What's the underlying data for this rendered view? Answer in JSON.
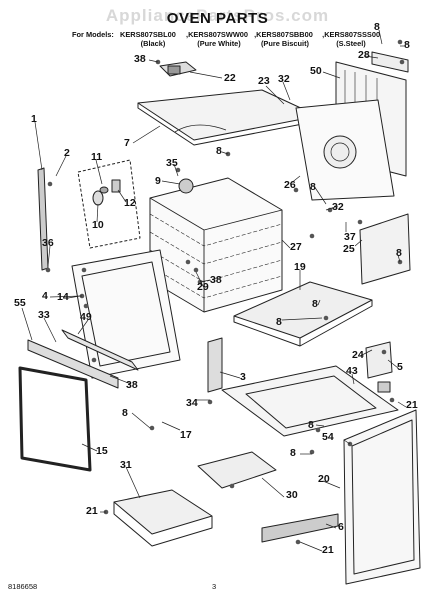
{
  "watermark": "AppliancePartsPros.com",
  "title": "OVEN PARTS",
  "models_label": "For Models:",
  "models": [
    {
      "code": "KERS807SBL00",
      "color": "(Black)"
    },
    {
      "code": "KERS807SWW00",
      "color": "(Pure White)"
    },
    {
      "code": "KERS807SBB00",
      "color": "(Pure Biscuit)"
    },
    {
      "code": "KERS807SSS00",
      "color": "(S.Steel)"
    }
  ],
  "callouts": [
    "38",
    "22",
    "7",
    "23",
    "32",
    "8",
    "28",
    "8",
    "50",
    "1",
    "2",
    "11",
    "8",
    "35",
    "9",
    "12",
    "10",
    "26",
    "8",
    "32",
    "37",
    "25",
    "8",
    "36",
    "27",
    "19",
    "38",
    "29",
    "4",
    "14",
    "8",
    "8",
    "55",
    "33",
    "49",
    "3",
    "24",
    "5",
    "43",
    "38",
    "34",
    "8",
    "21",
    "8",
    "17",
    "15",
    "54",
    "8",
    "31",
    "20",
    "30",
    "21",
    "6",
    "21"
  ],
  "footer_left": "8186658",
  "footer_page": "3"
}
